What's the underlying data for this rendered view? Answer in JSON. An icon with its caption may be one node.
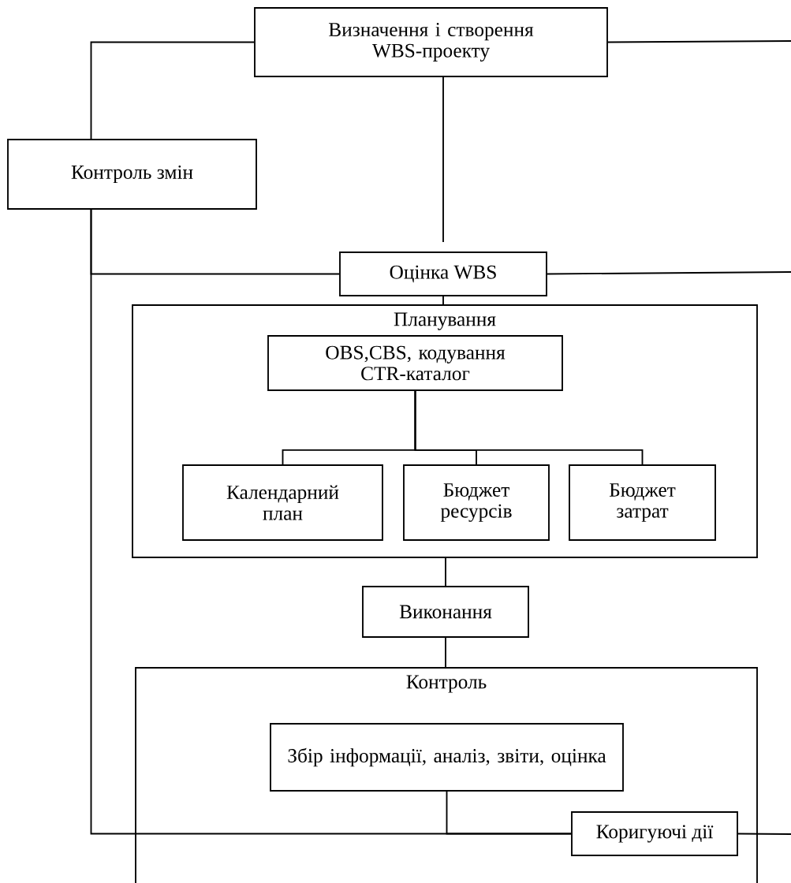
{
  "diagram": {
    "nodes": [
      {
        "text": [
          "Визначення і створення WBS-проекту"
        ]
      },
      {
        "text": [
          "Контроль змін"
        ]
      },
      {
        "text": [
          "Оцінка WBS"
        ]
      },
      {
        "text": [
          "Планування"
        ]
      },
      {
        "text": [
          "OBS,CBS, кодування CTR-каталог"
        ],
        "in": 3
      },
      {
        "text": [
          "Календарний план"
        ],
        "in": 3
      },
      {
        "text": [
          "Бюджет ресурсів"
        ],
        "in": 3
      },
      {
        "text": [
          "Бюджет затрат"
        ],
        "in": 3
      },
      {
        "text": [
          "Виконання"
        ]
      },
      {
        "text": [
          "Контроль"
        ]
      },
      {
        "text": [
          "Збір інформації, аналіз, звіти, оцінка"
        ],
        "in": 9
      },
      {
        "text": [
          "Коригуючі дії"
        ],
        "in": 9
      }
    ],
    "edges": [
      {
        "from": 0,
        "to": 1,
        "arrow": "none"
      },
      {
        "from": 0,
        "to": 2,
        "arrow": "none"
      },
      {
        "from": 0,
        "to": null,
        "arrow": "none"
      },
      {
        "from": 2,
        "to": 1,
        "arrow": "none"
      },
      {
        "from": 2,
        "to": null,
        "arrow": "none"
      },
      {
        "from": 2,
        "to": 3,
        "arrow": "none"
      },
      {
        "from": 4,
        "to": 5,
        "arrow": "none"
      },
      {
        "from": 4,
        "to": 6,
        "arrow": "none"
      },
      {
        "from": 4,
        "to": 7,
        "arrow": "none"
      },
      {
        "from": 3,
        "to": 8,
        "arrow": "none"
      },
      {
        "from": 8,
        "to": 9,
        "arrow": "none"
      },
      {
        "from": 10,
        "to": 11,
        "arrow": "none"
      },
      {
        "from": 11,
        "to": 1,
        "arrow": "none"
      },
      {
        "from": 11,
        "to": null,
        "arrow": "none"
      }
    ]
  }
}
